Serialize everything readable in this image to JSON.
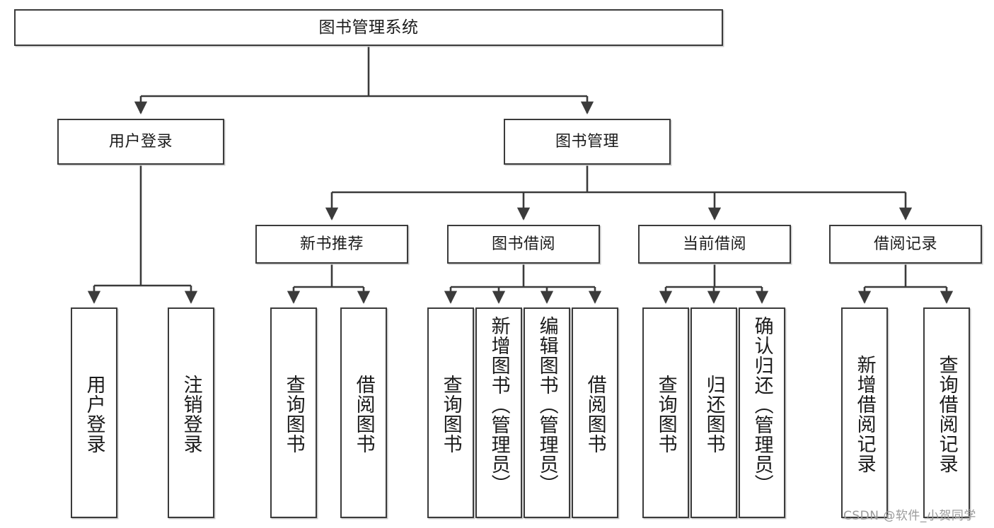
{
  "diagram": {
    "title": "图书管理系统",
    "type": "tree",
    "watermark": "CSDN @软件_小贺同学",
    "colors": {
      "box_border": "#3b3b3b",
      "box_fill": "#ffffff",
      "connector": "#3b3b3b",
      "text": "#1b1b1b",
      "watermark": "#9a9a9a",
      "shadow": "#c9c9c9"
    },
    "root": {
      "id": "root",
      "label": "图书管理系统"
    },
    "level1": [
      {
        "id": "user-login",
        "label": "用户登录"
      },
      {
        "id": "book-management",
        "label": "图书管理"
      }
    ],
    "level2": [
      {
        "id": "new-book-recommend",
        "label": "新书推荐",
        "parent": "book-management"
      },
      {
        "id": "book-borrow",
        "label": "图书借阅",
        "parent": "book-management"
      },
      {
        "id": "current-borrow",
        "label": "当前借阅",
        "parent": "book-management"
      },
      {
        "id": "borrow-record",
        "label": "借阅记录",
        "parent": "book-management"
      }
    ],
    "leaves": [
      {
        "id": "leaf-user-login",
        "label": "用户登录",
        "parent": "user-login"
      },
      {
        "id": "leaf-logout-login",
        "label": "注销登录",
        "parent": "user-login"
      },
      {
        "id": "leaf-query-book-1",
        "label": "查询图书",
        "parent": "new-book-recommend"
      },
      {
        "id": "leaf-borrow-book-1",
        "label": "借阅图书",
        "parent": "new-book-recommend"
      },
      {
        "id": "leaf-query-book-2",
        "label": "查询图书",
        "parent": "book-borrow"
      },
      {
        "id": "leaf-add-book",
        "label": "新增图书（管理员）",
        "parent": "book-borrow"
      },
      {
        "id": "leaf-edit-book",
        "label": "编辑图书（管理员）",
        "parent": "book-borrow"
      },
      {
        "id": "leaf-borrow-book-2",
        "label": "借阅图书",
        "parent": "book-borrow"
      },
      {
        "id": "leaf-query-book-3",
        "label": "查询图书",
        "parent": "current-borrow"
      },
      {
        "id": "leaf-return-book",
        "label": "归还图书",
        "parent": "current-borrow"
      },
      {
        "id": "leaf-confirm-return",
        "label": "确认归还（管理员）",
        "parent": "current-borrow"
      },
      {
        "id": "leaf-add-record",
        "label": "新增借阅记录",
        "parent": "borrow-record"
      },
      {
        "id": "leaf-query-record",
        "label": "查询借阅记录",
        "parent": "borrow-record"
      }
    ]
  }
}
